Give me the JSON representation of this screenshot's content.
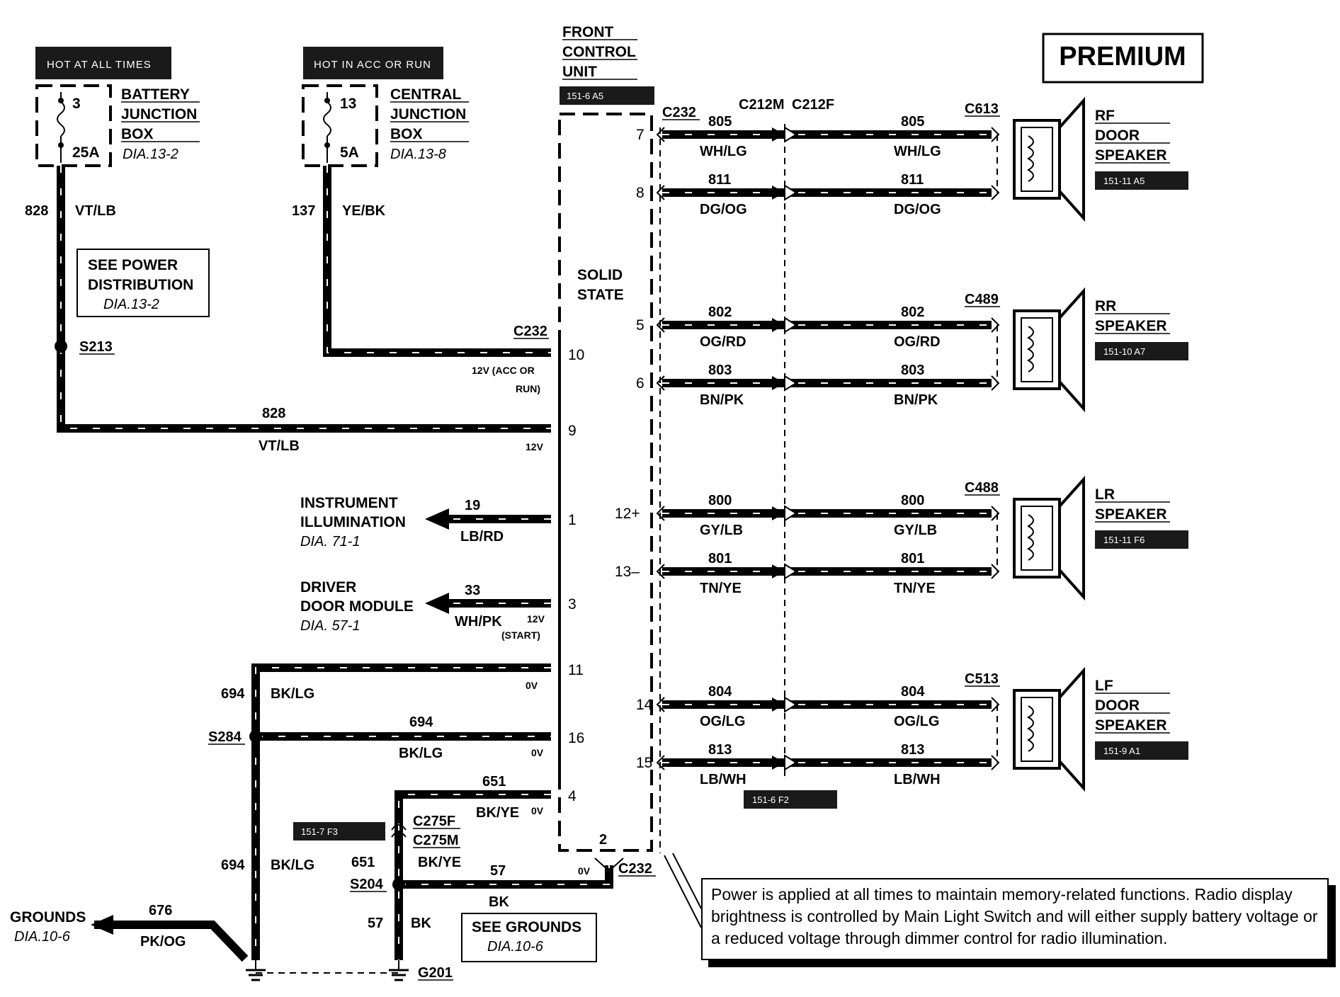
{
  "title": "PREMIUM",
  "fuses": [
    {
      "header": "HOT AT ALL TIMES",
      "top": "3",
      "amp": "25A",
      "box_lines": [
        "BATTERY",
        "JUNCTION",
        "BOX"
      ],
      "diagram": "DIA.13-2"
    },
    {
      "header": "HOT IN ACC OR RUN",
      "top": "13",
      "amp": "5A",
      "box_lines": [
        "CENTRAL",
        "JUNCTION",
        "BOX"
      ],
      "diagram": "DIA.13-8"
    }
  ],
  "front_control_unit": {
    "lines": [
      "FRONT",
      "CONTROL",
      "UNIT"
    ],
    "ref": "151-6 A5",
    "inner": [
      "SOLID",
      "STATE"
    ]
  },
  "power_distribution": {
    "lines": [
      "SEE POWER",
      "DISTRIBUTION"
    ],
    "diagram": "DIA.13-2"
  },
  "left_wires": {
    "w828": {
      "circuit": "828",
      "color": "VT/LB"
    },
    "w137": {
      "circuit": "137",
      "color": "YE/BK"
    },
    "splice_s213": "S213",
    "c232": "C232",
    "pin10": "10",
    "pin10_note": [
      "12V (ACC OR",
      "RUN)"
    ],
    "pin9": "9",
    "pin9_note": "12V",
    "w828h": {
      "circuit": "828",
      "color": "VT/LB"
    }
  },
  "outputs": [
    {
      "lines": [
        "INSTRUMENT",
        "ILLUMINATION"
      ],
      "diagram": "DIA. 71-1",
      "circuit": "19",
      "color": "LB/RD",
      "pin": "1"
    },
    {
      "lines": [
        "DRIVER",
        "DOOR MODULE"
      ],
      "diagram": "DIA. 57-1",
      "circuit": "33",
      "color": "WH/PK",
      "pin": "3",
      "note": [
        "12V",
        "(START)"
      ]
    }
  ],
  "grounds": {
    "pin11": "11",
    "pin11_note": "0V",
    "pin16": "16",
    "pin16_note": "0V",
    "pin4": "4",
    "pin4_note": "0V",
    "pin2": "2",
    "pin2_note": "0V",
    "w694_upper": {
      "circuit": "694",
      "color": "BK/LG"
    },
    "w694_mid": {
      "circuit": "694",
      "color": "BK/LG"
    },
    "w694_lower": {
      "circuit": "694",
      "color": "BK/LG"
    },
    "s284": "S284",
    "w651": {
      "circuit": "651",
      "color": "BK/YE"
    },
    "c275": [
      "C275F",
      "C275M"
    ],
    "ref_151_7": "151-7 F3",
    "w651_lower": {
      "circuit": "651",
      "color": "BK/YE"
    },
    "s204": "S204",
    "w57": {
      "circuit": "57",
      "color": "BK"
    },
    "w57_vert": {
      "circuit": "57",
      "color": "BK"
    },
    "c232_bottom": "C232",
    "g201": "G201",
    "w676": {
      "circuit": "676",
      "color": "PK/OG"
    },
    "grounds_label": "GROUNDS",
    "grounds_dia": "DIA.10-6",
    "see_grounds": "SEE GROUNDS",
    "see_grounds_dia": "DIA.10-6"
  },
  "connectors": {
    "c232_top": "C232",
    "c212m": "C212M",
    "c212f": "C212F"
  },
  "speakers": [
    {
      "name_lines": [
        "RF",
        "DOOR",
        "SPEAKER"
      ],
      "ref": "151-11 A5",
      "connector": "C613",
      "wires": [
        {
          "pin": "7",
          "circuit": "805",
          "color": "WH/LG"
        },
        {
          "pin": "8",
          "circuit": "811",
          "color": "DG/OG"
        }
      ]
    },
    {
      "name_lines": [
        "RR",
        "SPEAKER"
      ],
      "ref": "151-10 A7",
      "connector": "C489",
      "wires": [
        {
          "pin": "5",
          "circuit": "802",
          "color": "OG/RD"
        },
        {
          "pin": "6",
          "circuit": "803",
          "color": "BN/PK"
        }
      ]
    },
    {
      "name_lines": [
        "LR",
        "SPEAKER"
      ],
      "ref": "151-11 F6",
      "connector": "C488",
      "wires": [
        {
          "pin": "12+",
          "circuit": "800",
          "color": "GY/LB"
        },
        {
          "pin": "13–",
          "circuit": "801",
          "color": "TN/YE"
        }
      ]
    },
    {
      "name_lines": [
        "LF",
        "DOOR",
        "SPEAKER"
      ],
      "ref": "151-9 A1",
      "connector": "C513",
      "wires": [
        {
          "pin": "14",
          "circuit": "804",
          "color": "OG/LG"
        },
        {
          "pin": "15",
          "circuit": "813",
          "color": "LB/WH"
        }
      ]
    }
  ],
  "ref_151_6_f2": "151-6 F2",
  "note": "Power is applied at all times to maintain memory-related functions.  Radio display brightness is controlled by Main Light Switch and will either supply battery voltage or a reduced voltage through dimmer control for radio illumination."
}
